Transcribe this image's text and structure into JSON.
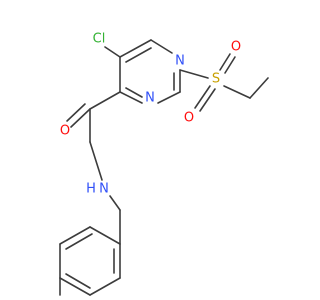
{
  "molecule": {
    "atoms": {
      "cl": {
        "label": "Cl",
        "color": "#33b233"
      },
      "n1": {
        "label": "N",
        "color": "#3050f8"
      },
      "n2": {
        "label": "N",
        "color": "#3050f8"
      },
      "o_amide": {
        "label": "O",
        "color": "#ff0d0d"
      },
      "n_amide": {
        "label": "N",
        "color": "#3050f8"
      },
      "h_amide": {
        "label": "H",
        "color": "#3050f8"
      },
      "s": {
        "label": "S",
        "color": "#c8a000"
      },
      "o_s1": {
        "label": "O",
        "color": "#ff0d0d"
      },
      "o_s2": {
        "label": "O",
        "color": "#ff0d0d"
      }
    },
    "bond_color": "#3c3c3c"
  }
}
